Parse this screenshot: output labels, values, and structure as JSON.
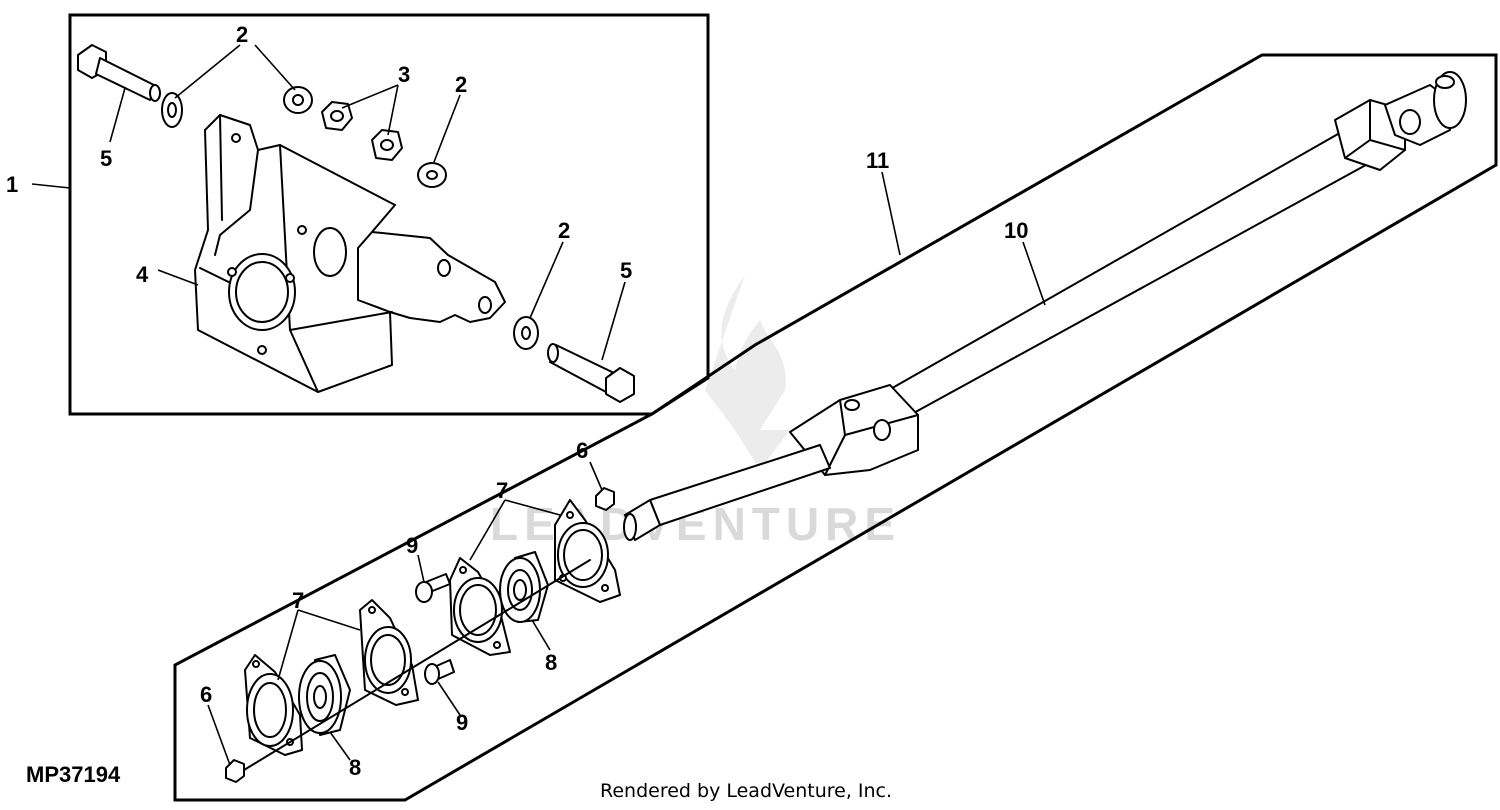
{
  "figure_code": "MP37194",
  "credit": "Rendered by LeadVenture, Inc.",
  "watermark": "LEADVENTURE",
  "callouts": {
    "c1": "1",
    "c2a": "2",
    "c2b": "2",
    "c2c": "2",
    "c3": "3",
    "c4": "4",
    "c5a": "5",
    "c5b": "5",
    "c6a": "6",
    "c6b": "6",
    "c7a": "7",
    "c7b": "7",
    "c8a": "8",
    "c8b": "8",
    "c9a": "9",
    "c9b": "9",
    "c10": "10",
    "c11": "11"
  }
}
